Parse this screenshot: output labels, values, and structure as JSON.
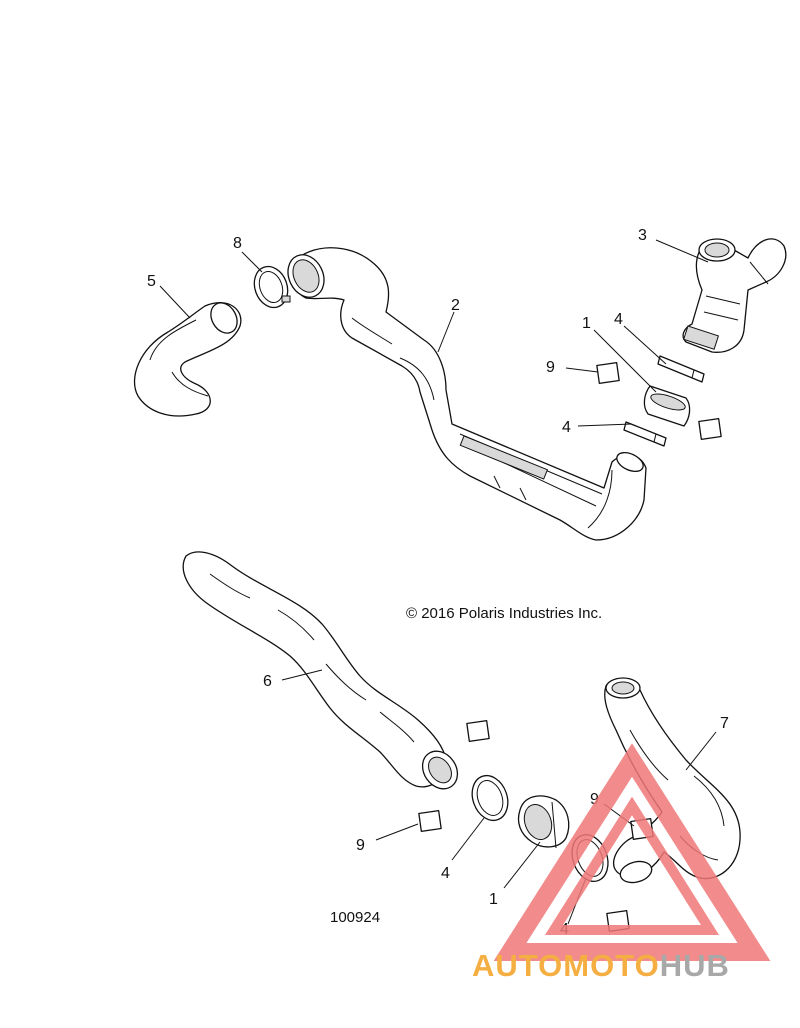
{
  "copyright": "© 2016 Polaris Industries Inc.",
  "figure_id": "100924",
  "callouts": [
    {
      "id": "c8",
      "text": "8"
    },
    {
      "id": "c5",
      "text": "5"
    },
    {
      "id": "c2",
      "text": "2"
    },
    {
      "id": "c3",
      "text": "3"
    },
    {
      "id": "c1a",
      "text": "1"
    },
    {
      "id": "c4a",
      "text": "4"
    },
    {
      "id": "c9a",
      "text": "9"
    },
    {
      "id": "c4b",
      "text": "4"
    },
    {
      "id": "c6",
      "text": "6"
    },
    {
      "id": "c7",
      "text": "7"
    },
    {
      "id": "c9b",
      "text": "9"
    },
    {
      "id": "c9c",
      "text": "9"
    },
    {
      "id": "c4c",
      "text": "4"
    },
    {
      "id": "c1b",
      "text": "1"
    },
    {
      "id": "c4d",
      "text": "4"
    }
  ],
  "watermark": {
    "brand_part1": "AUTOMOTO",
    "brand_part2": "HUB",
    "color_primary": "#f07878",
    "color_secondary": "#9a9a9a"
  }
}
